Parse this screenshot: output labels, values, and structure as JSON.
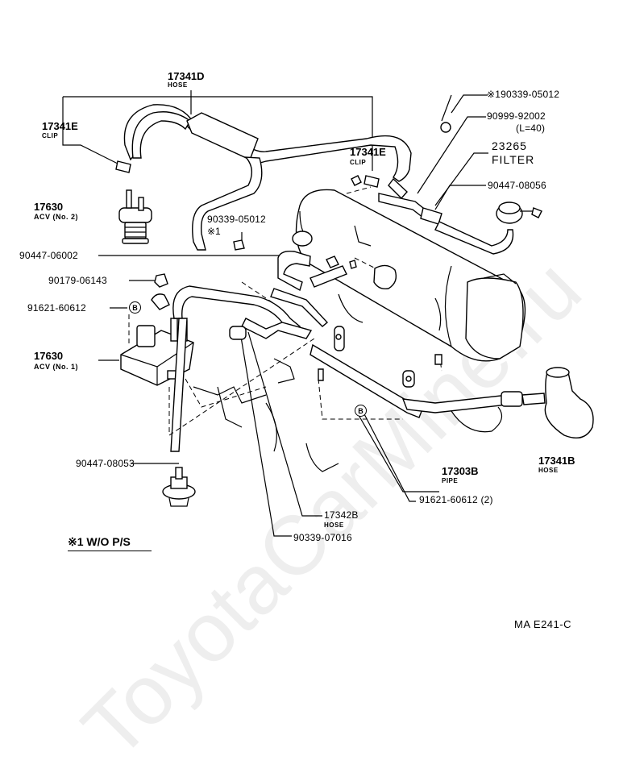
{
  "watermark": "ToyotaCarMine.ru",
  "diagram_code": "MA E241-C",
  "note": "※1 W/O P/S",
  "circle_marker": "B",
  "labels": {
    "hose_17341d": "17341D",
    "hose_17341d_sub": "HOSE",
    "clip_17341e_left": "17341E",
    "clip_17341e_left_sub": "CLIP",
    "clip_17341e_right": "17341E",
    "clip_17341e_right_sub": "CLIP",
    "acv2": "17630",
    "acv2_sub": "ACV (No. 2)",
    "p90339_05012": "90339-05012",
    "p90339_05012_mark": "※1",
    "p90447_06002": "90447-06002",
    "p90179_06143": "90179-06143",
    "p91621_60612": "91621-60612",
    "acv1": "17630",
    "acv1_sub": "ACV (No. 1)",
    "p190339_05012": "※190339-05012",
    "p90999_92002": "90999-92002",
    "p90999_92002_sub": "(L=40)",
    "filter_23265": "23265",
    "filter_sub": "FILTER",
    "p90447_08056": "90447-08056",
    "p90447_08053": "90447-08053",
    "pipe_17303b": "17303B",
    "pipe_17303b_sub": "PIPE",
    "p91621_60612_2": "91621-60612 (2)",
    "hose_17342b": "17342B",
    "hose_17342b_sub": "HOSE",
    "p90339_07016": "90339-07016",
    "hose_17341b": "17341B",
    "hose_17341b_sub": "HOSE"
  }
}
